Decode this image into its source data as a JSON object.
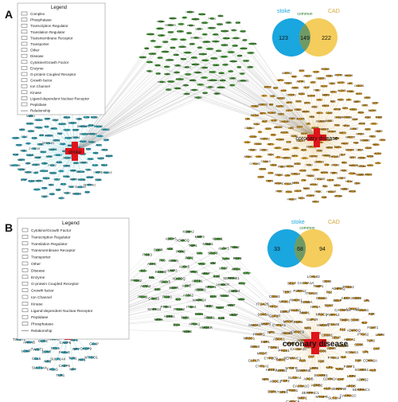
{
  "panels": [
    {
      "label": "A",
      "legend": {
        "title": "Legend",
        "items": [
          "Complex",
          "Phosphatase",
          "Transcription Regulator",
          "Translation Regulator",
          "Transmembrane Receptor",
          "Transporter",
          "Other",
          "Disease",
          "Cytokine/Growth Factor",
          "Enzyme",
          "G-protein Coupled Receptor",
          "Growth factor",
          "Ion Channel",
          "Kinase",
          "Ligand-dependent Nuclear Receptor",
          "Peptidase",
          "Relationship"
        ]
      },
      "venn": {
        "left_label": "stoke",
        "right_label": "CAD",
        "common_label": "common",
        "left_only": "123",
        "common": "149",
        "right_only": "222"
      },
      "hub_labels": {
        "left": "stroke",
        "right": "coronary disease"
      },
      "node_labels": {
        "left": [
          "CCL2",
          "IL6",
          "TNF",
          "VEGFA",
          "CASP3",
          "MMP9",
          "IL1B",
          "NOS3",
          "SOD1",
          "APOE",
          "TLR4",
          "ICAM1",
          "SERPINE1",
          "ACE",
          "PTGS2",
          "FAS",
          "LEP",
          "SELE",
          "TGFB1",
          "F2",
          "HMOX1",
          "MPO",
          "CRP",
          "IL10",
          "VWF",
          "ESR1",
          "PLAT",
          "NOS2",
          "AKT1",
          "MAPK1",
          "BDNF",
          "GFAP",
          "PON1",
          "ALB",
          "KDR",
          "CXCL8",
          "EGFR",
          "ABCA1",
          "CYP2C19",
          "SULT1A4"
        ],
        "right": [
          "LDLR",
          "PCSK9",
          "APOB",
          "LPA",
          "CETP",
          "HMGCR",
          "ADIPOQ",
          "LPL",
          "APOA1",
          "ABCG5",
          "SCARB1",
          "CD36",
          "KLF2",
          "MTHFR",
          "AGT",
          "REN",
          "NPPB",
          "EDN1",
          "ADRB2",
          "GSTM1",
          "ALOX5",
          "IRS1",
          "INS",
          "IGF1",
          "PPARG",
          "LIPC",
          "FGB",
          "F7",
          "MMP3",
          "TIMP1",
          "IL18",
          "CD40",
          "CD40LG",
          "ESR2",
          "SIRT1",
          "NPY",
          "ACE2",
          "CYP11B2",
          "AGTR1",
          "GP1BA",
          "ITGB3",
          "THBD",
          "PROC",
          "TFPI",
          "KNG1",
          "LTA",
          "CX3CR1",
          "HIF1A",
          "SOD2",
          "GPX1"
        ],
        "middle": [
          "MTHFR",
          "APOE",
          "IL6",
          "TNF",
          "ACE",
          "NOS3",
          "VEGFA",
          "CRP",
          "PON1",
          "SELE",
          "MMP9",
          "ICAM1",
          "VCAM1",
          "CCL2",
          "HMOX1",
          "SERPINE1",
          "TLR4",
          "IL1B",
          "PTGS2",
          "PPARG",
          "LPL",
          "AGT",
          "TGFB1",
          "F2",
          "PLAT",
          "ALB",
          "ESR1",
          "IL10",
          "MPO",
          "LEP"
        ]
      }
    },
    {
      "label": "B",
      "legend": {
        "title": "Legend",
        "items": [
          "Cytokine/Growth Factor",
          "Transcription Regulator",
          "Translation Regulator",
          "Transmembrane Receptor",
          "Transporter",
          "Other",
          "Disease",
          "Enzyme",
          "G-protein Coupled Receptor",
          "Growth factor",
          "Ion Channel",
          "Kinase",
          "Ligand-dependent Nuclear Receptor",
          "Peptidase",
          "Phosphatase",
          "Relationship"
        ]
      },
      "venn": {
        "left_label": "stoke",
        "right_label": "CAD",
        "common_label": "common",
        "left_only": "33",
        "common": "68",
        "right_only": "94"
      },
      "hub_labels": {
        "left": "stroke",
        "right": "coronary disease"
      },
      "node_labels": {
        "left": [
          "CASP9",
          "ANKAB",
          "GCLA",
          "CASP6",
          "NGFR",
          "CXCL1",
          "CCL5",
          "CCL3",
          "INF1",
          "DLG4",
          "FABP3",
          "FASLG",
          "NFKB",
          "GFAP",
          "LONT",
          "HTR2A",
          "NPY",
          "ODC1",
          "TNFRSF1A",
          "SULT1A4",
          "AKT",
          "MT-CO1",
          "TWIST1",
          "UCP2",
          "TLR1",
          "PARP1",
          "GRK",
          "NR3",
          "FP2A"
        ],
        "right": [
          "CACNA1A",
          "ADRB2",
          "EDN3",
          "CD36",
          "ADRB1",
          "CD163",
          "CAT",
          "NPS",
          "CD40",
          "CACNA1C",
          "HMOX1",
          "F2R",
          "CYP2C9",
          "SELP",
          "ALB",
          "GLP1R",
          "PTGS2",
          "FGF2",
          "ITGA2B",
          "LRP8",
          "ESR1",
          "LOAL82",
          "SERPINC1",
          "NR3C1",
          "LPL",
          "ABCB1",
          "F12",
          "SERPINE",
          "MMP1",
          "IL2",
          "PTGS1",
          "P2RY12",
          "SCARB1",
          "MTOR",
          "ABCA1",
          "MTHFR",
          "HIF1A",
          "TLR2",
          "ABCG1",
          "TIMP1",
          "APOB",
          "PPARG",
          "KCNJ11",
          "SIRT1",
          "TERT",
          "CDKN2A",
          "CYP1A1",
          "ADIPOQ",
          "SLC2A4",
          "SCN5A",
          "FOAT1",
          "TGFB1"
        ],
        "middle": [
          "ABCB1",
          "ACHE",
          "ARG1",
          "ADRB1",
          "ADIPOQ",
          "ARNT",
          "ACTA2",
          "ALOX5",
          "APOA1",
          "EGFR",
          "VCL",
          "MAPK14",
          "MMP3",
          "IL1B",
          "IL6",
          "FGF2",
          "ELN",
          "ADCY5",
          "VIM",
          "ITGA3",
          "ICAM1",
          "HMGCR",
          "ITGB3",
          "LYL",
          "NPPA",
          "KCNH2",
          "VEGF",
          "PTGS2",
          "PON2",
          "NOS3",
          "IL10",
          "STAT3",
          "CAV1",
          "PLG",
          "SERPINE1",
          "PTGS1",
          "TOP1",
          "TERT",
          "SEL",
          "TLR4",
          "TNFA",
          "ACE",
          "CSPG4",
          "GSK3B",
          "NFKB1"
        ]
      }
    }
  ],
  "colors": {
    "stroke": "#3aaec0",
    "coronary": "#d29a2c",
    "shared": "#4a9a3c",
    "hub": "#e0141b",
    "venn_left": "#1aa6de",
    "venn_right": "#f4cd5c",
    "venn_mid": "#6e9a66",
    "edge": "#8e8e8e",
    "label_dark": "#1a1a1a"
  }
}
